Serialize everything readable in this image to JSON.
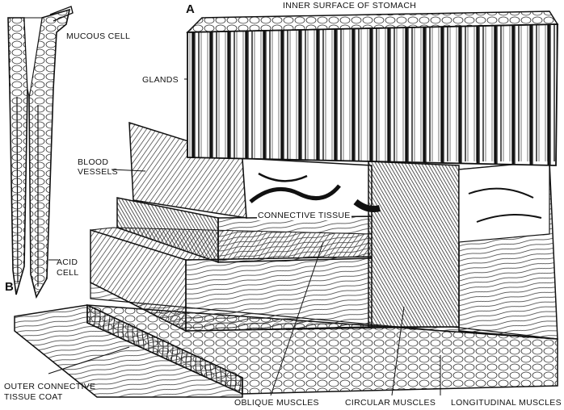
{
  "figure": {
    "panel_a_letter": "A",
    "panel_b_letter": "B",
    "labels": {
      "inner_surface": "INNER SURFACE OF STOMACH",
      "glands": "GLANDS",
      "mucous_cell": "MUCOUS CELL",
      "blood_vessels_1": "BLOOD",
      "blood_vessels_2": "VESSELS",
      "connective_tissue": "CONNECTIVE TISSUE",
      "acid_cell_1": "ACID",
      "acid_cell_2": "CELL",
      "outer_coat_1": "OUTER CONNECTIVE",
      "outer_coat_2": "TISSUE COAT",
      "oblique_muscles": "OBLIQUE MUSCLES",
      "circular_muscles": "CIRCULAR MUSCLES",
      "longitudinal_muscles": "LONGITUDINAL MUSCLES"
    }
  }
}
